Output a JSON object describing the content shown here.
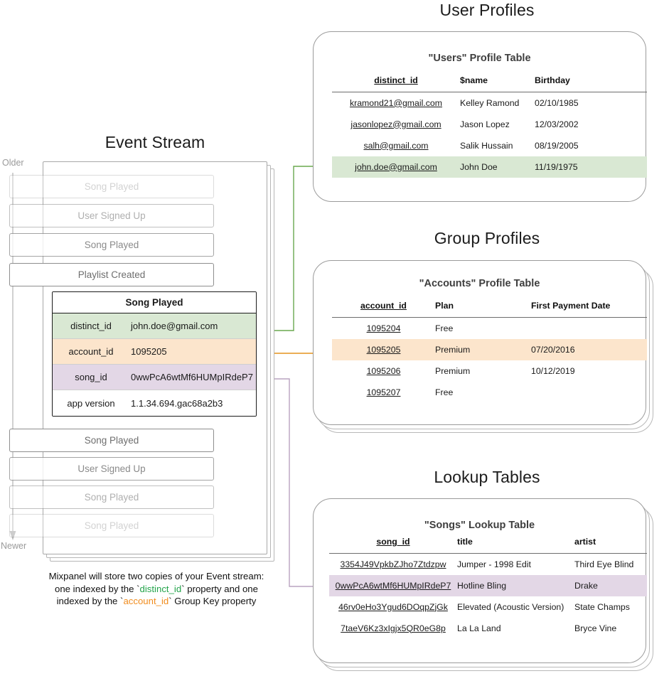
{
  "sections": {
    "event_stream_title": "Event Stream",
    "user_profiles_title": "User Profiles",
    "group_profiles_title": "Group Profiles",
    "lookup_tables_title": "Lookup Tables"
  },
  "timeline": {
    "older_label": "Older",
    "newer_label": "Newer"
  },
  "event_stream": {
    "events_above": [
      {
        "label": "Song Played",
        "fade": "f1"
      },
      {
        "label": "User Signed Up",
        "fade": "f2"
      },
      {
        "label": "Song Played",
        "fade": "f3"
      },
      {
        "label": "Playlist Created",
        "fade": "f4"
      }
    ],
    "events_below": [
      {
        "label": "Song Played",
        "fade": "f4"
      },
      {
        "label": "User Signed Up",
        "fade": "f3"
      },
      {
        "label": "Song Played",
        "fade": "f2"
      },
      {
        "label": "Song Played",
        "fade": "f1"
      }
    ],
    "expanded_event": {
      "name": "Song Played",
      "properties": [
        {
          "key": "distinct_id",
          "value": "john.doe@gmail.com",
          "highlight": "green"
        },
        {
          "key": "account_id",
          "value": "1095205",
          "highlight": "orange"
        },
        {
          "key": "song_id",
          "value": "0wwPcA6wtMf6HUMpIRdeP7",
          "highlight": "purple"
        },
        {
          "key": "app version",
          "value": "1.1.34.694.gac68a2b3",
          "highlight": "none"
        }
      ]
    }
  },
  "caption": {
    "line1": "Mixpanel will store two copies of your Event stream:",
    "line2_pre": "one indexed by the `",
    "line2_token": "distinct_id",
    "line2_post": "` property and one",
    "line3_pre": "indexed by the `",
    "line3_token": "account_id",
    "line3_post": "` Group Key property"
  },
  "users_table": {
    "title": "\"Users\" Profile Table",
    "headers": [
      "distinct_id",
      "$name",
      "Birthday"
    ],
    "rows": [
      {
        "cells": [
          "kramond21@gmail.com",
          "Kelley Ramond",
          "02/10/1985"
        ],
        "highlight": "none"
      },
      {
        "cells": [
          "jasonlopez@gmail.com",
          "Jason Lopez",
          "12/03/2002"
        ],
        "highlight": "none"
      },
      {
        "cells": [
          "salh@gmail.com",
          "Salik Hussain",
          "08/19/2005"
        ],
        "highlight": "none"
      },
      {
        "cells": [
          "john.doe@gmail.com",
          "John Doe",
          "11/19/1975"
        ],
        "highlight": "green"
      }
    ]
  },
  "accounts_table": {
    "title": "\"Accounts\" Profile Table",
    "headers": [
      "account_id",
      "Plan",
      "First Payment Date"
    ],
    "rows": [
      {
        "cells": [
          "1095204",
          "Free",
          ""
        ],
        "highlight": "none"
      },
      {
        "cells": [
          "1095205",
          "Premium",
          "07/20/2016"
        ],
        "highlight": "orange"
      },
      {
        "cells": [
          "1095206",
          "Premium",
          "10/12/2019"
        ],
        "highlight": "none"
      },
      {
        "cells": [
          "1095207",
          "Free",
          ""
        ],
        "highlight": "none"
      }
    ]
  },
  "songs_table": {
    "title": "\"Songs\" Lookup Table",
    "headers": [
      "song_id",
      "title",
      "artist"
    ],
    "rows": [
      {
        "cells": [
          "3354J49VpkbZJho7Ztdzpw",
          "Jumper - 1998 Edit",
          "Third Eye Blind"
        ],
        "highlight": "none"
      },
      {
        "cells": [
          "0wwPcA6wtMf6HUMpIRdeP7",
          "Hotline Bling",
          "Drake"
        ],
        "highlight": "purple"
      },
      {
        "cells": [
          "46rv0eHo3Ygud6DOqpZjGk",
          "Elevated (Acoustic Version)",
          "State Champs"
        ],
        "highlight": "none"
      },
      {
        "cells": [
          "7taeV6Kz3xIgjx5QR0eG8p",
          "La La Land",
          "Bryce Vine"
        ],
        "highlight": "none"
      }
    ]
  },
  "colors": {
    "green_highlight": "#d9e8d3",
    "orange_highlight": "#fce5cc",
    "purple_highlight": "#e3d7e6",
    "green_connector": "#6aa84f",
    "orange_connector": "#e8a33d",
    "purple_connector": "#b9a3c0",
    "card_border": "#9b9b9b",
    "timeline": "#b0b0b0"
  }
}
